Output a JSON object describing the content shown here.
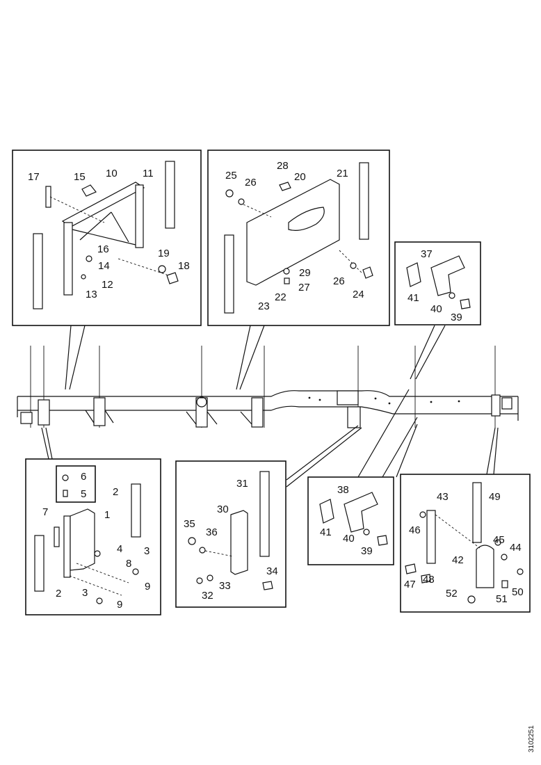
{
  "document_number": "3102251",
  "panels": [
    {
      "id": "top-left",
      "labels": [
        "17",
        "15",
        "10",
        "11",
        "16",
        "14",
        "19",
        "18",
        "12",
        "13"
      ]
    },
    {
      "id": "top-middle",
      "labels": [
        "28",
        "25",
        "26",
        "20",
        "21",
        "29",
        "26",
        "27",
        "22",
        "23",
        "24"
      ]
    },
    {
      "id": "top-right",
      "labels": [
        "37",
        "41",
        "40",
        "39"
      ]
    },
    {
      "id": "bottom-left",
      "labels": [
        "6",
        "5",
        "2",
        "7",
        "1",
        "4",
        "8",
        "3",
        "9",
        "2",
        "3",
        "9"
      ]
    },
    {
      "id": "bottom-middle",
      "labels": [
        "31",
        "30",
        "35",
        "36",
        "34",
        "32",
        "33"
      ]
    },
    {
      "id": "bottom-center-right",
      "labels": [
        "38",
        "41",
        "40",
        "39"
      ]
    },
    {
      "id": "bottom-right",
      "labels": [
        "43",
        "49",
        "46",
        "45",
        "44",
        "42",
        "47",
        "48",
        "52",
        "51",
        "50"
      ]
    }
  ]
}
